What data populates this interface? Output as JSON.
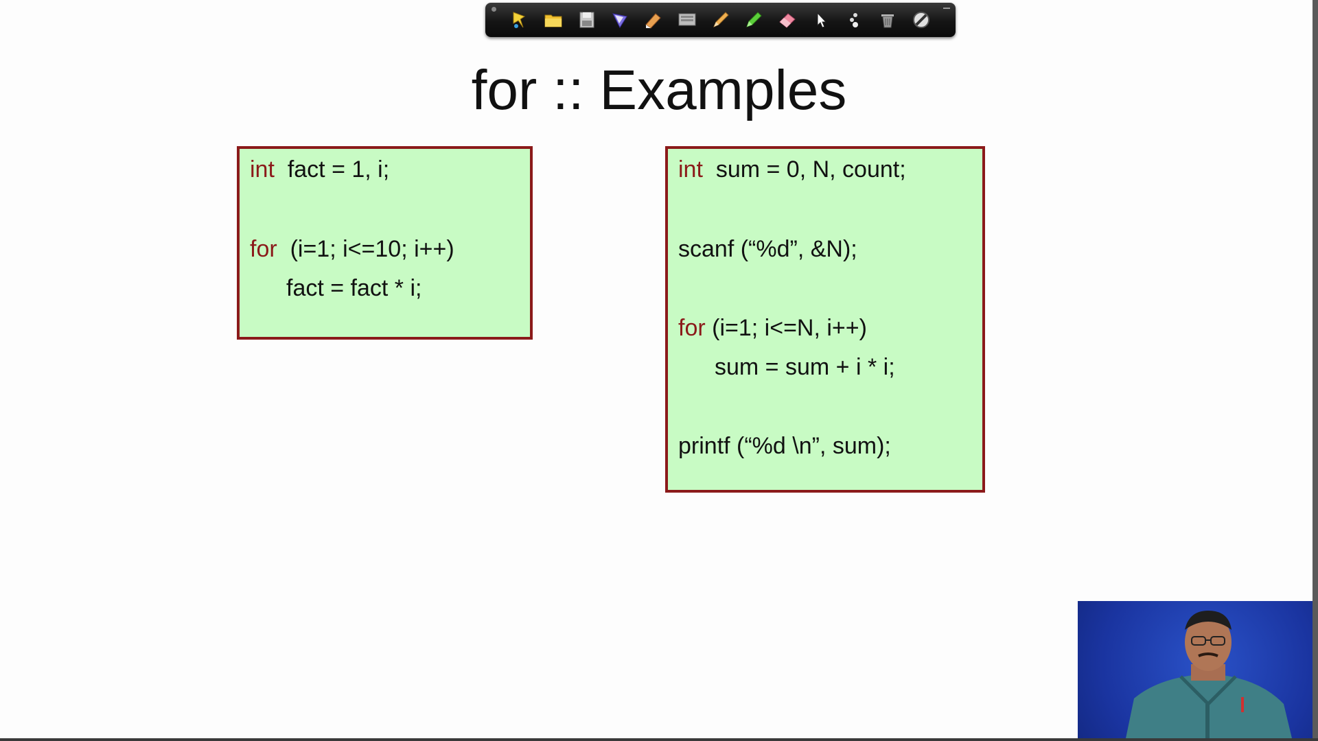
{
  "toolbar": {
    "tools": [
      {
        "name": "pin-icon",
        "color": "#f2d23a"
      },
      {
        "name": "folder-icon",
        "color": "#f0c030"
      },
      {
        "name": "save-icon",
        "color": "#c9c9c9"
      },
      {
        "name": "pen-nib-icon",
        "color": "#7c6fe0"
      },
      {
        "name": "highlighter-icon",
        "color": "#e8a050"
      },
      {
        "name": "screen-icon",
        "color": "#bdbdbd"
      },
      {
        "name": "pencil-icon",
        "color": "#f0b050"
      },
      {
        "name": "green-marker-icon",
        "color": "#5bcf3a"
      },
      {
        "name": "eraser-icon",
        "color": "#f08aa0"
      },
      {
        "name": "pointer-icon",
        "color": "#ffffff"
      },
      {
        "name": "color-dots-icon",
        "color": "#dddddd"
      },
      {
        "name": "trash-icon",
        "color": "#bbbbbb"
      },
      {
        "name": "no-entry-icon",
        "color": "#e0e0e0"
      }
    ]
  },
  "slide": {
    "title": "for :: Examples"
  },
  "box1": {
    "line1_kw": "int",
    "line1_rest": "  fact = 1, i;",
    "line2_kw": "for",
    "line2_rest": "  (i=1; i<=10; i++)",
    "line3": "fact = fact * i;"
  },
  "box2": {
    "line1_kw": "int",
    "line1_rest": "  sum = 0, N, count;",
    "line2": "scanf (“%d”, &N);",
    "line3_kw": "for",
    "line3_rest": " (i=1; i<=N, i++)",
    "line4": "sum = sum + i * i;",
    "line5": "printf (“%d \\n”, sum);"
  },
  "colors": {
    "keyword": "#8b1a1a",
    "box_fill": "#c8fbc4",
    "box_border": "#8b1a1a"
  }
}
